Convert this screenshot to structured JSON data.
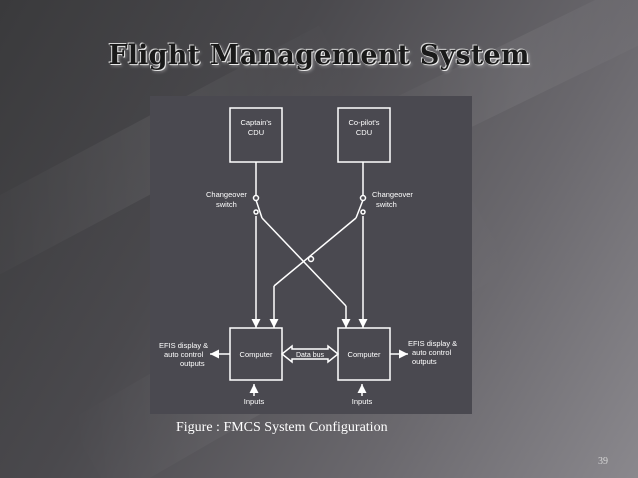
{
  "slide": {
    "title": "Flight Management System",
    "caption": "Figure : FMCS System Configuration",
    "page_number": "39"
  },
  "diagram": {
    "captain_cdu": [
      "Captain's",
      "CDU"
    ],
    "copilot_cdu": [
      "Co-pilot's",
      "CDU"
    ],
    "left_switch": [
      "Changeover",
      "switch"
    ],
    "right_switch": [
      "Changeover",
      "switch"
    ],
    "left_computer": "Computer",
    "right_computer": "Computer",
    "data_bus": "Data bus",
    "left_outputs": [
      "EFIS display &",
      "auto control",
      "outputs"
    ],
    "right_outputs": [
      "EFIS display &",
      "auto control",
      "outputs"
    ],
    "left_inputs": "Inputs",
    "right_inputs": "Inputs"
  },
  "colors": {
    "figure_background": "#4a4950",
    "figure_line": "#ffffff",
    "title_text": "#1a1a1a",
    "caption_text": "#ffffff"
  }
}
